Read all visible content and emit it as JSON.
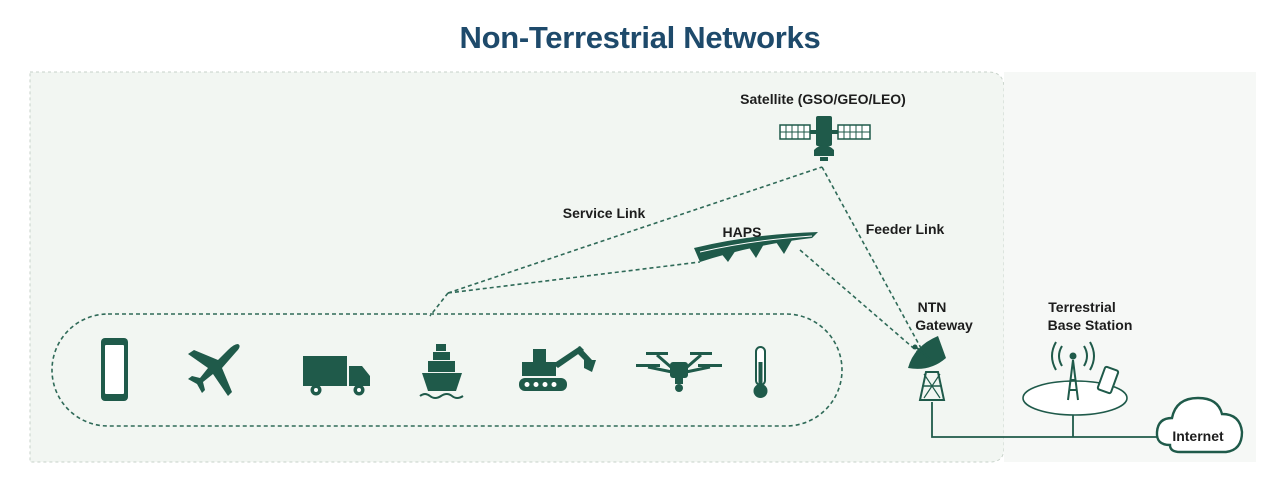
{
  "title": "Non-Terrestrial Networks",
  "labels": {
    "satellite": "Satellite (GSO/GEO/LEO)",
    "service_link": "Service Link",
    "haps": "HAPS",
    "feeder_link": "Feeder Link",
    "ntn_gateway_line1": "NTN",
    "ntn_gateway_line2": "Gateway",
    "terrestrial_line1": "Terrestrial",
    "terrestrial_line2": "Base Station",
    "internet": "Internet"
  },
  "devices": [
    "smartphone-icon",
    "airplane-icon",
    "truck-icon",
    "ship-icon",
    "excavator-icon",
    "drone-icon",
    "thermometer-icon"
  ],
  "colors": {
    "icon": "#1f5a4a",
    "panel": "#f3f7f3",
    "title": "#1e4a6b"
  }
}
